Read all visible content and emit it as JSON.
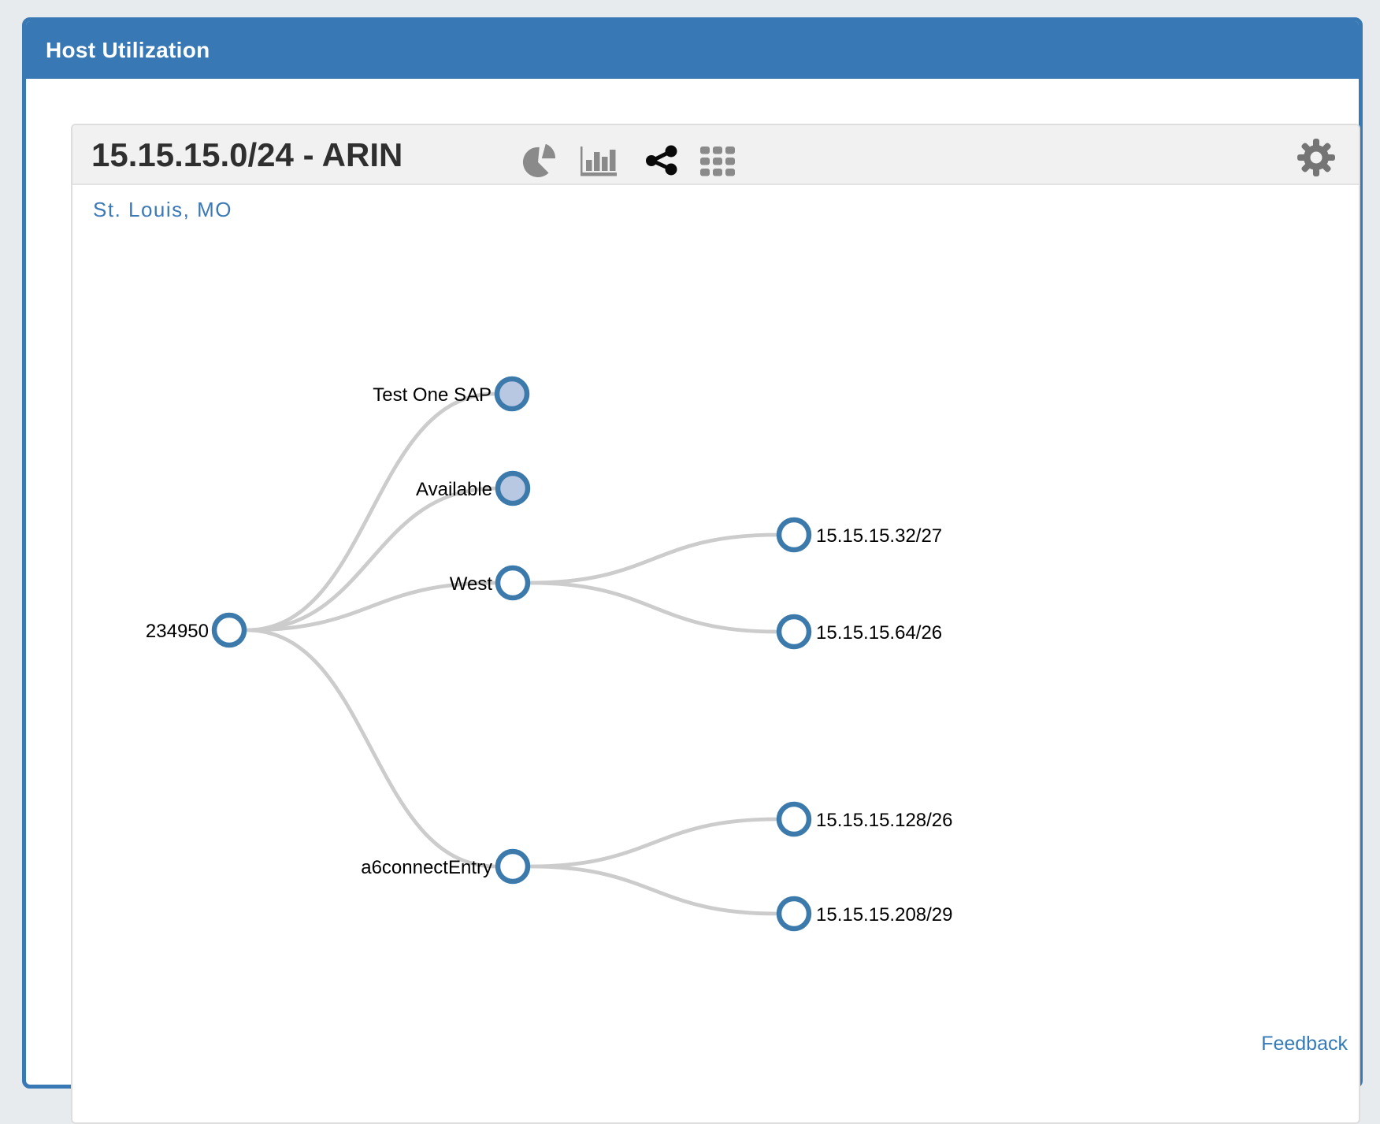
{
  "window": {
    "title": "Host Utilization"
  },
  "panel": {
    "title": "15.15.15.0/24 - ARIN",
    "location": "St. Louis, MO",
    "feedback_label": "Feedback",
    "toolbar_icons": [
      {
        "name": "pie-chart-icon",
        "active": false
      },
      {
        "name": "bar-chart-icon",
        "active": false
      },
      {
        "name": "share-icon",
        "active": true
      },
      {
        "name": "grid-icon",
        "active": false
      },
      {
        "name": "gear-icon",
        "active": false
      }
    ]
  },
  "colors": {
    "page_background": "#e8ebee",
    "panel_accent_blue": "#3878b4",
    "heading_gray": "#f1f1f1",
    "link_blue": "#337ab7",
    "icon_gray": "#8a8a8a",
    "icon_active_black": "#0a0a0a",
    "node_ring": "#3d7aac",
    "node_fill_collapsed": "#b9c8e2",
    "node_fill_open": "#ffffff",
    "tree_link_gray": "#cccccc"
  },
  "chart_data": {
    "type": "tree",
    "title": "15.15.15.0/24 - ARIN subnet tree",
    "nodes": [
      {
        "id": "root",
        "label": "234950",
        "parent": null,
        "filled": false,
        "label_side": "left"
      },
      {
        "id": "test-one-sap",
        "label": "Test One SAP",
        "parent": "root",
        "filled": true,
        "label_side": "left"
      },
      {
        "id": "available",
        "label": "Available",
        "parent": "root",
        "filled": true,
        "label_side": "left"
      },
      {
        "id": "west",
        "label": "West",
        "parent": "root",
        "filled": false,
        "label_side": "left"
      },
      {
        "id": "subnet-32-27",
        "label": "15.15.15.32/27",
        "parent": "west",
        "filled": false,
        "label_side": "right"
      },
      {
        "id": "subnet-64-26",
        "label": "15.15.15.64/26",
        "parent": "west",
        "filled": false,
        "label_side": "right"
      },
      {
        "id": "a6connectentry",
        "label": "a6connectEntry",
        "parent": "root",
        "filled": false,
        "label_side": "left"
      },
      {
        "id": "subnet-128-26",
        "label": "15.15.15.128/26",
        "parent": "a6connectentry",
        "filled": false,
        "label_side": "right"
      },
      {
        "id": "subnet-208-29",
        "label": "15.15.15.208/29",
        "parent": "a6connectentry",
        "filled": false,
        "label_side": "right"
      }
    ]
  }
}
